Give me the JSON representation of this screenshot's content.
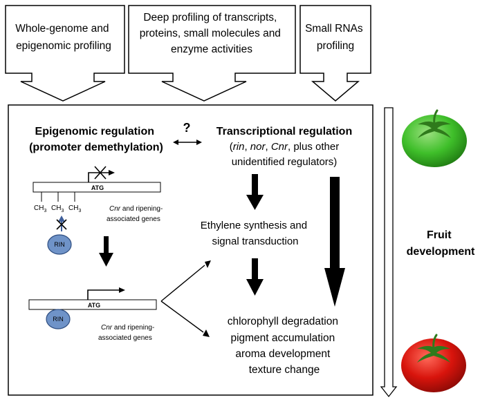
{
  "sources": [
    {
      "lines": [
        "Whole-genome and",
        "epigenomic profiling"
      ]
    },
    {
      "lines": [
        "Deep profiling of transcripts,",
        "proteins, small molecules and",
        "enzyme activities"
      ]
    },
    {
      "lines": [
        "Small RNAs",
        "profiling"
      ]
    }
  ],
  "epigenomic": {
    "title_lines": [
      "Epigenomic regulation",
      "(promoter demethylation)"
    ],
    "question_mark": "?",
    "atg_label": "ATG",
    "methyl_label": "CH",
    "methyl_subscript": "3",
    "gene_note_italic": "Cnr",
    "gene_note_rest": " and ripening-",
    "gene_note_line2": "associated genes",
    "rin_label": "RIN"
  },
  "transcriptional": {
    "title": "Transcriptional regulation",
    "regulators": [
      "rin",
      "nor",
      "Cnr"
    ],
    "regulator_suffix": "plus other",
    "line3": "unidentified regulators)"
  },
  "ethylene": {
    "lines": [
      "Ethylene synthesis and",
      "signal transduction"
    ]
  },
  "outcomes": [
    "chlorophyll degradation",
    "pigment accumulation",
    "aroma development",
    "texture change"
  ],
  "fruit": {
    "lines": [
      "Fruit",
      "development"
    ]
  },
  "colors": {
    "green_tomato": "#3fbf2a",
    "red_tomato": "#d8140c",
    "rin_fill": "#6f93c8",
    "stem": "#2f7a1c"
  }
}
